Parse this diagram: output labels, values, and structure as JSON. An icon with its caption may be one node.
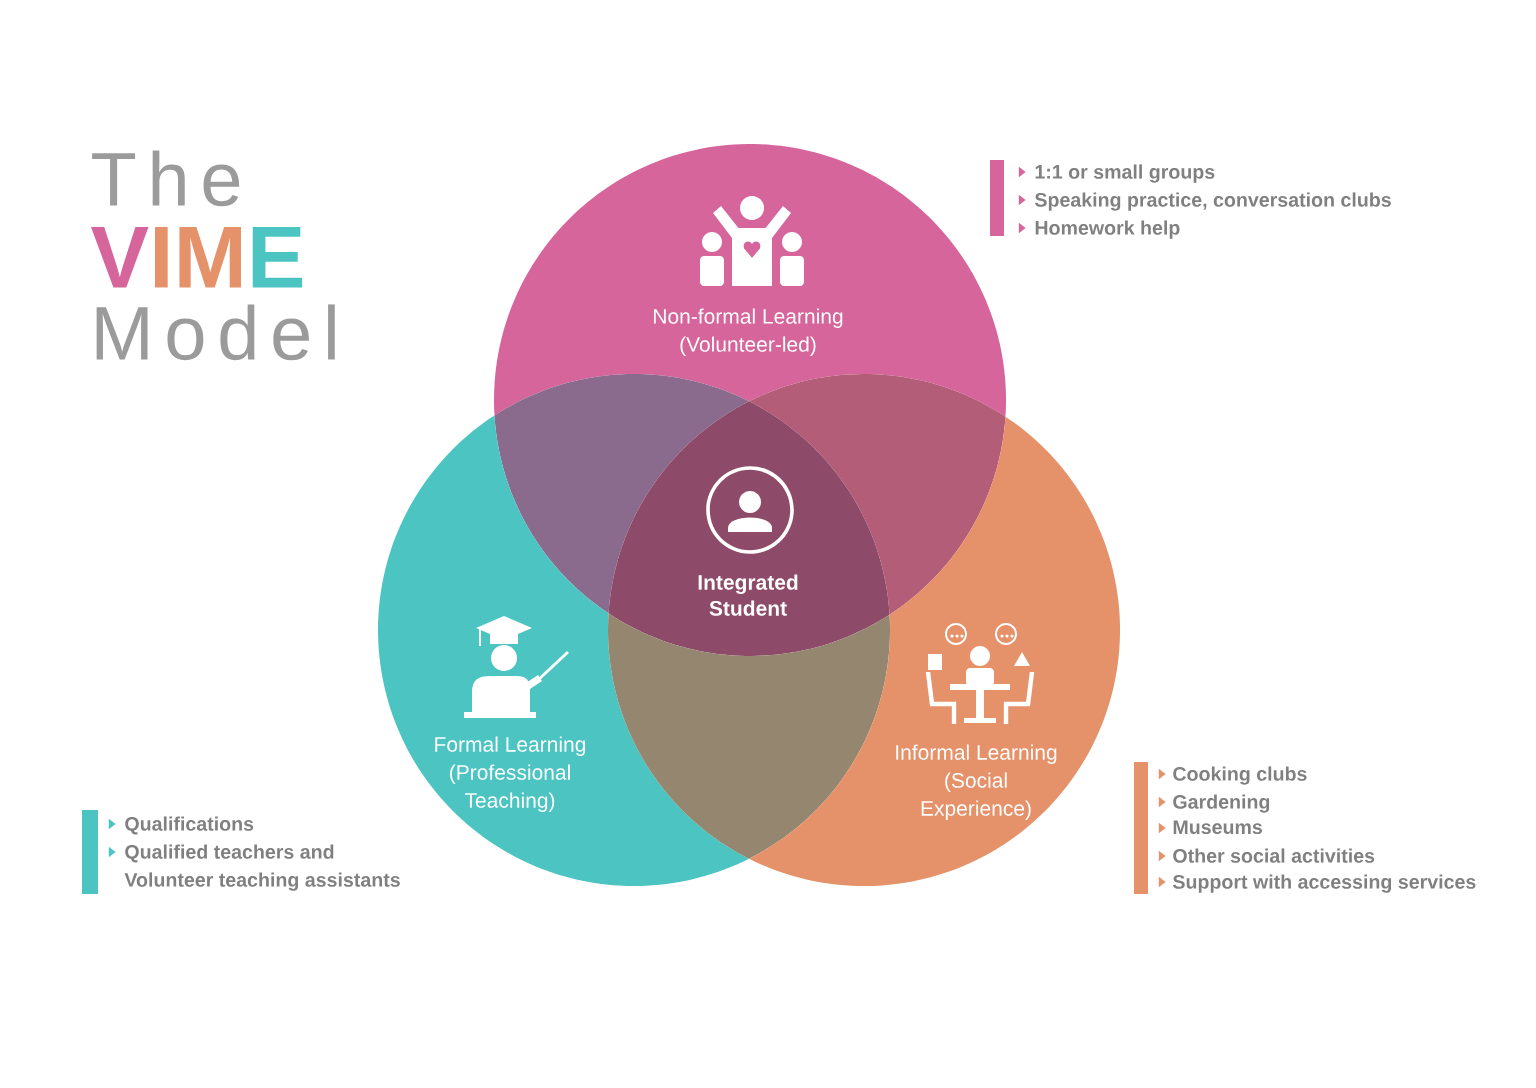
{
  "diagram": {
    "title": "The VIME Model",
    "nodes": [
      {
        "text": [
          "Non-formal Learning (Volunteer-led)"
        ]
      },
      {
        "text": [
          "Formal Learning (Professional Teaching)"
        ]
      },
      {
        "text": [
          "Informal Learning (Social Experience)"
        ]
      },
      {
        "text": [
          "Integrated Student"
        ]
      }
    ],
    "labels": [
      "1:1 or small groups",
      "Speaking practice, conversation clubs",
      "Homework help",
      "Qualifications",
      "Qualified teachers and Volunteer teaching assistants",
      "Cooking clubs",
      "Gardening",
      "Museums",
      "Other social activities",
      "Support with accessing services"
    ]
  }
}
